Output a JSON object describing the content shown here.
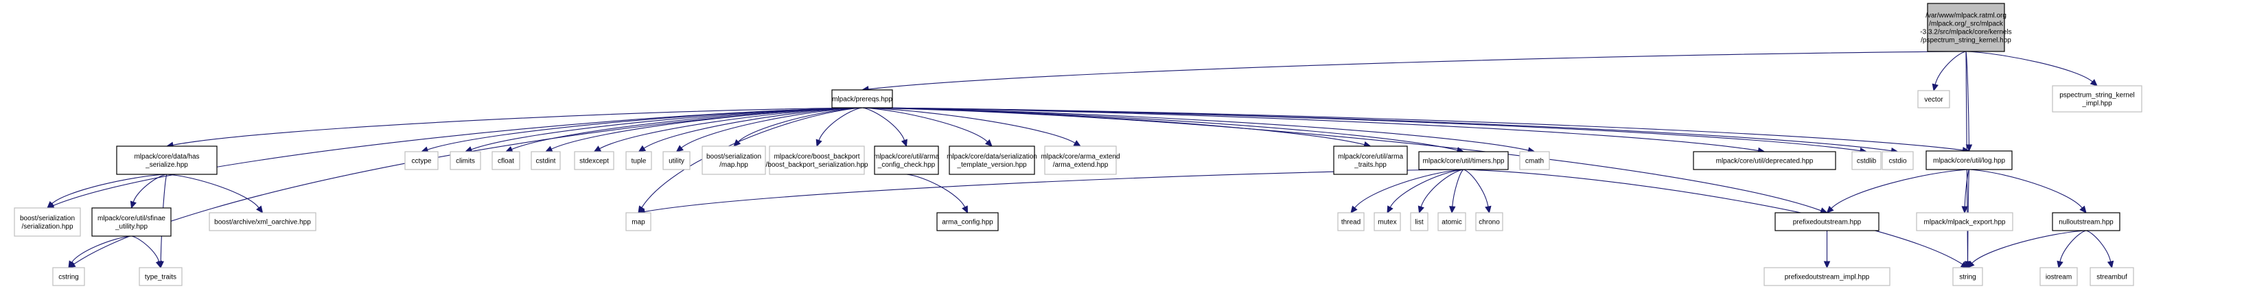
{
  "graph": {
    "title": "Include dependency graph for pspectrum_string_kernel.hpp",
    "colors": {
      "edge": "#191970",
      "root_fill": "#bfbfbf",
      "internal_border": "#000000",
      "external_border": "#bfbfbf"
    },
    "nodes": [
      {
        "id": "root",
        "kind": "root",
        "lines": [
          "/var/www/mlpack.ratml.org",
          "/mlpack.org/_src/mlpack",
          "-3.3.2/src/mlpack/core/kernels",
          "/pspectrum_string_kernel.hpp"
        ]
      },
      {
        "id": "prereqs",
        "kind": "internal",
        "lines": [
          "mlpack/prereqs.hpp"
        ]
      },
      {
        "id": "vector",
        "kind": "external",
        "lines": [
          "vector"
        ]
      },
      {
        "id": "pspectrum_impl",
        "kind": "external",
        "lines": [
          "pspectrum_string_kernel",
          "_impl.hpp"
        ]
      },
      {
        "id": "log",
        "kind": "internal",
        "lines": [
          "mlpack/core/util/log.hpp"
        ]
      },
      {
        "id": "string",
        "kind": "external",
        "lines": [
          "string"
        ]
      },
      {
        "id": "has_serialize",
        "kind": "internal",
        "lines": [
          "mlpack/core/data/has",
          "_serialize.hpp"
        ]
      },
      {
        "id": "cctype",
        "kind": "external",
        "lines": [
          "cctype"
        ]
      },
      {
        "id": "climits",
        "kind": "external",
        "lines": [
          "climits"
        ]
      },
      {
        "id": "cfloat",
        "kind": "external",
        "lines": [
          "cfloat"
        ]
      },
      {
        "id": "cstdint",
        "kind": "external",
        "lines": [
          "cstdint"
        ]
      },
      {
        "id": "stdexcept",
        "kind": "external",
        "lines": [
          "stdexcept"
        ]
      },
      {
        "id": "tuple",
        "kind": "external",
        "lines": [
          "tuple"
        ]
      },
      {
        "id": "utility",
        "kind": "external",
        "lines": [
          "utility"
        ]
      },
      {
        "id": "boost_map",
        "kind": "external",
        "lines": [
          "boost/serialization",
          "/map.hpp"
        ]
      },
      {
        "id": "boost_backport",
        "kind": "external",
        "lines": [
          "mlpack/core/boost_backport",
          "/boost_backport_serialization.hpp"
        ]
      },
      {
        "id": "arma_config_check",
        "kind": "internal",
        "lines": [
          "mlpack/core/util/arma",
          "_config_check.hpp"
        ]
      },
      {
        "id": "serialization_tv",
        "kind": "internal",
        "lines": [
          "mlpack/core/data/serialization",
          "_template_version.hpp"
        ]
      },
      {
        "id": "arma_extend",
        "kind": "external",
        "lines": [
          "mlpack/core/arma_extend",
          "/arma_extend.hpp"
        ]
      },
      {
        "id": "arma_traits",
        "kind": "internal",
        "lines": [
          "mlpack/core/util/arma",
          "_traits.hpp"
        ]
      },
      {
        "id": "timers",
        "kind": "internal",
        "lines": [
          "mlpack/core/util/timers.hpp"
        ]
      },
      {
        "id": "cmath",
        "kind": "external",
        "lines": [
          "cmath"
        ]
      },
      {
        "id": "deprecated",
        "kind": "internal",
        "lines": [
          "mlpack/core/util/deprecated.hpp"
        ]
      },
      {
        "id": "cstdlib",
        "kind": "external",
        "lines": [
          "cstdlib"
        ]
      },
      {
        "id": "cstdio",
        "kind": "external",
        "lines": [
          "cstdio"
        ]
      },
      {
        "id": "map",
        "kind": "external",
        "lines": [
          "map"
        ]
      },
      {
        "id": "arma_config",
        "kind": "internal",
        "lines": [
          "arma_config.hpp"
        ]
      },
      {
        "id": "boost_serialization",
        "kind": "external",
        "lines": [
          "boost/serialization",
          "/serialization.hpp"
        ]
      },
      {
        "id": "sfinae",
        "kind": "internal",
        "lines": [
          "mlpack/core/util/sfinae",
          "_utility.hpp"
        ]
      },
      {
        "id": "xml_oarchive",
        "kind": "external",
        "lines": [
          "boost/archive/xml_oarchive.hpp"
        ]
      },
      {
        "id": "cstring",
        "kind": "external",
        "lines": [
          "cstring"
        ]
      },
      {
        "id": "type_traits",
        "kind": "external",
        "lines": [
          "type_traits"
        ]
      },
      {
        "id": "thread",
        "kind": "external",
        "lines": [
          "thread"
        ]
      },
      {
        "id": "mutex",
        "kind": "external",
        "lines": [
          "mutex"
        ]
      },
      {
        "id": "list",
        "kind": "external",
        "lines": [
          "list"
        ]
      },
      {
        "id": "atomic",
        "kind": "external",
        "lines": [
          "atomic"
        ]
      },
      {
        "id": "chrono",
        "kind": "external",
        "lines": [
          "chrono"
        ]
      },
      {
        "id": "prefixedoutstream",
        "kind": "internal",
        "lines": [
          "prefixedoutstream.hpp"
        ]
      },
      {
        "id": "prefixedoutstream_impl",
        "kind": "external",
        "lines": [
          "prefixedoutstream_impl.hpp"
        ]
      },
      {
        "id": "mlpack_export",
        "kind": "external",
        "lines": [
          "mlpack/mlpack_export.hpp"
        ]
      },
      {
        "id": "nulloutstream",
        "kind": "internal",
        "lines": [
          "nulloutstream.hpp"
        ]
      },
      {
        "id": "iostream",
        "kind": "external",
        "lines": [
          "iostream"
        ]
      },
      {
        "id": "streambuf",
        "kind": "external",
        "lines": [
          "streambuf"
        ]
      }
    ],
    "edges": [
      [
        "root",
        "prereqs"
      ],
      [
        "root",
        "vector"
      ],
      [
        "root",
        "pspectrum_impl"
      ],
      [
        "root",
        "log"
      ],
      [
        "root",
        "string"
      ],
      [
        "prereqs",
        "has_serialize"
      ],
      [
        "prereqs",
        "cctype"
      ],
      [
        "prereqs",
        "climits"
      ],
      [
        "prereqs",
        "cfloat"
      ],
      [
        "prereqs",
        "cstdint"
      ],
      [
        "prereqs",
        "stdexcept"
      ],
      [
        "prereqs",
        "tuple"
      ],
      [
        "prereqs",
        "utility"
      ],
      [
        "prereqs",
        "boost_map"
      ],
      [
        "prereqs",
        "boost_backport"
      ],
      [
        "prereqs",
        "arma_config_check"
      ],
      [
        "prereqs",
        "serialization_tv"
      ],
      [
        "prereqs",
        "arma_extend"
      ],
      [
        "prereqs",
        "arma_traits"
      ],
      [
        "prereqs",
        "timers"
      ],
      [
        "prereqs",
        "cmath"
      ],
      [
        "prereqs",
        "deprecated"
      ],
      [
        "prereqs",
        "cstdlib"
      ],
      [
        "prereqs",
        "cstdio"
      ],
      [
        "prereqs",
        "log"
      ],
      [
        "prereqs",
        "map"
      ],
      [
        "prereqs",
        "cstring"
      ],
      [
        "prereqs",
        "boost_serialization"
      ],
      [
        "prereqs",
        "prefixedoutstream"
      ],
      [
        "has_serialize",
        "boost_serialization"
      ],
      [
        "has_serialize",
        "sfinae"
      ],
      [
        "has_serialize",
        "type_traits"
      ],
      [
        "has_serialize",
        "xml_oarchive"
      ],
      [
        "sfinae",
        "cstring"
      ],
      [
        "sfinae",
        "type_traits"
      ],
      [
        "arma_config_check",
        "arma_config"
      ],
      [
        "timers",
        "map"
      ],
      [
        "timers",
        "thread"
      ],
      [
        "timers",
        "mutex"
      ],
      [
        "timers",
        "list"
      ],
      [
        "timers",
        "atomic"
      ],
      [
        "timers",
        "chrono"
      ],
      [
        "timers",
        "string"
      ],
      [
        "log",
        "prefixedoutstream"
      ],
      [
        "log",
        "mlpack_export"
      ],
      [
        "log",
        "nulloutstream"
      ],
      [
        "log",
        "string"
      ],
      [
        "prefixedoutstream",
        "prefixedoutstream_impl"
      ],
      [
        "nulloutstream",
        "string"
      ],
      [
        "nulloutstream",
        "iostream"
      ],
      [
        "nulloutstream",
        "streambuf"
      ]
    ]
  }
}
